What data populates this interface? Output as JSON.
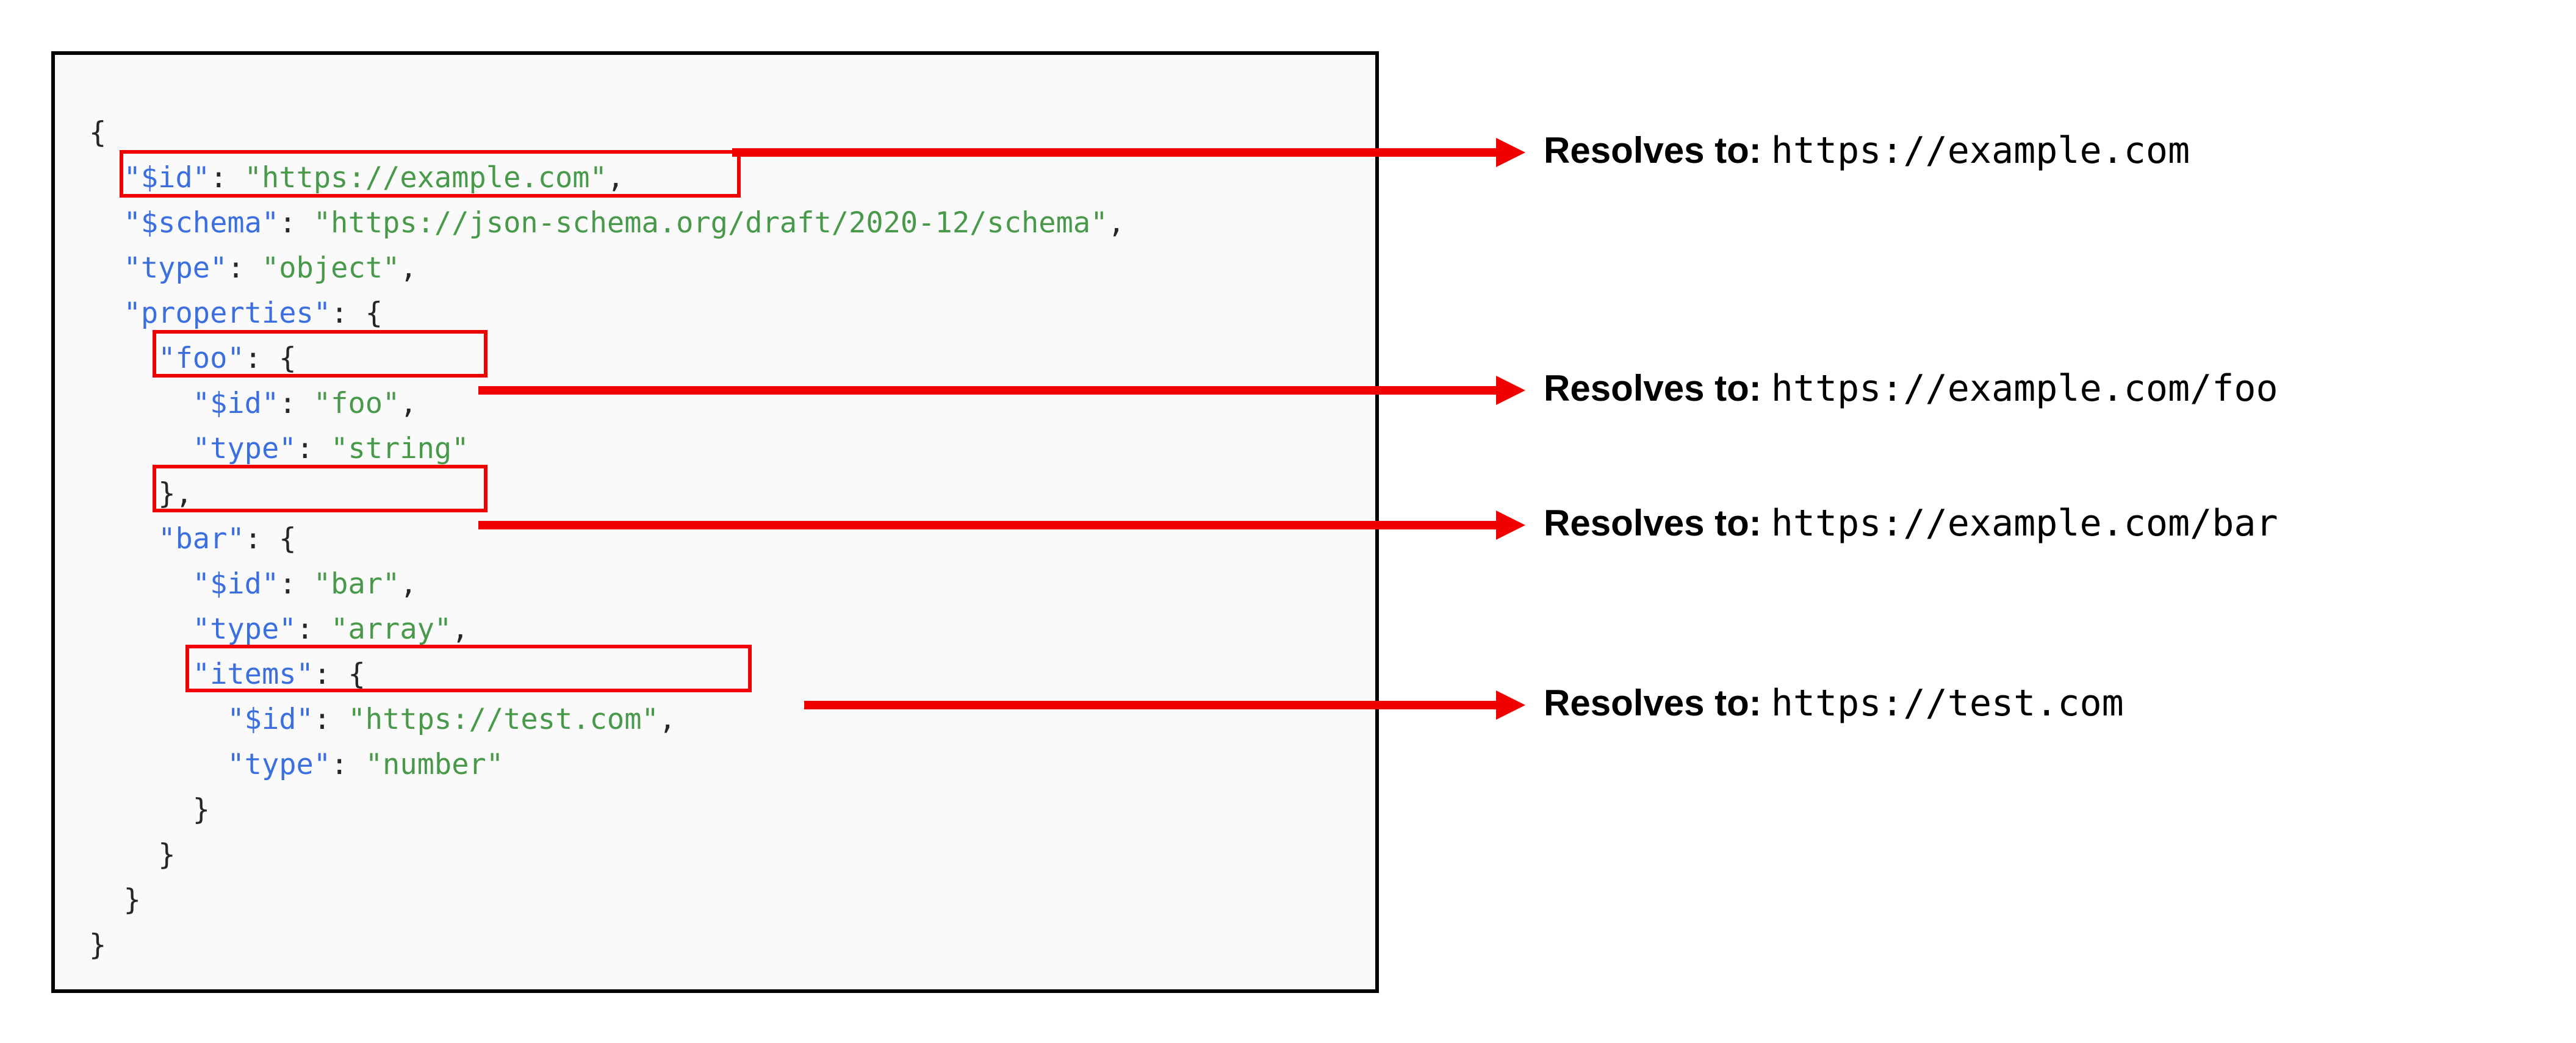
{
  "code_block": {
    "language": "json",
    "lines": [
      {
        "indent": 0,
        "tokens": [
          {
            "t": "p",
            "v": "{"
          }
        ]
      },
      {
        "indent": 1,
        "tokens": [
          {
            "t": "k",
            "v": "\"$id\""
          },
          {
            "t": "p",
            "v": ": "
          },
          {
            "t": "s",
            "v": "\"https://example.com\""
          },
          {
            "t": "p",
            "v": ","
          }
        ]
      },
      {
        "indent": 1,
        "tokens": [
          {
            "t": "k",
            "v": "\"$schema\""
          },
          {
            "t": "p",
            "v": ": "
          },
          {
            "t": "s",
            "v": "\"https://json-schema.org/draft/2020-12/schema\""
          },
          {
            "t": "p",
            "v": ","
          }
        ]
      },
      {
        "indent": 1,
        "tokens": [
          {
            "t": "k",
            "v": "\"type\""
          },
          {
            "t": "p",
            "v": ": "
          },
          {
            "t": "s",
            "v": "\"object\""
          },
          {
            "t": "p",
            "v": ","
          }
        ]
      },
      {
        "indent": 1,
        "tokens": [
          {
            "t": "k",
            "v": "\"properties\""
          },
          {
            "t": "p",
            "v": ": {"
          }
        ]
      },
      {
        "indent": 2,
        "tokens": [
          {
            "t": "k",
            "v": "\"foo\""
          },
          {
            "t": "p",
            "v": ": {"
          }
        ]
      },
      {
        "indent": 3,
        "tokens": [
          {
            "t": "k",
            "v": "\"$id\""
          },
          {
            "t": "p",
            "v": ": "
          },
          {
            "t": "s",
            "v": "\"foo\""
          },
          {
            "t": "p",
            "v": ","
          }
        ]
      },
      {
        "indent": 3,
        "tokens": [
          {
            "t": "k",
            "v": "\"type\""
          },
          {
            "t": "p",
            "v": ": "
          },
          {
            "t": "s",
            "v": "\"string\""
          }
        ]
      },
      {
        "indent": 2,
        "tokens": [
          {
            "t": "p",
            "v": "},"
          }
        ]
      },
      {
        "indent": 2,
        "tokens": [
          {
            "t": "k",
            "v": "\"bar\""
          },
          {
            "t": "p",
            "v": ": {"
          }
        ]
      },
      {
        "indent": 3,
        "tokens": [
          {
            "t": "k",
            "v": "\"$id\""
          },
          {
            "t": "p",
            "v": ": "
          },
          {
            "t": "s",
            "v": "\"bar\""
          },
          {
            "t": "p",
            "v": ","
          }
        ]
      },
      {
        "indent": 3,
        "tokens": [
          {
            "t": "k",
            "v": "\"type\""
          },
          {
            "t": "p",
            "v": ": "
          },
          {
            "t": "s",
            "v": "\"array\""
          },
          {
            "t": "p",
            "v": ","
          }
        ]
      },
      {
        "indent": 3,
        "tokens": [
          {
            "t": "k",
            "v": "\"items\""
          },
          {
            "t": "p",
            "v": ": {"
          }
        ]
      },
      {
        "indent": 4,
        "tokens": [
          {
            "t": "k",
            "v": "\"$id\""
          },
          {
            "t": "p",
            "v": ": "
          },
          {
            "t": "s",
            "v": "\"https://test.com\""
          },
          {
            "t": "p",
            "v": ","
          }
        ]
      },
      {
        "indent": 4,
        "tokens": [
          {
            "t": "k",
            "v": "\"type\""
          },
          {
            "t": "p",
            "v": ": "
          },
          {
            "t": "s",
            "v": "\"number\""
          }
        ]
      },
      {
        "indent": 3,
        "tokens": [
          {
            "t": "p",
            "v": "}"
          }
        ]
      },
      {
        "indent": 2,
        "tokens": [
          {
            "t": "p",
            "v": "}"
          }
        ]
      },
      {
        "indent": 1,
        "tokens": [
          {
            "t": "p",
            "v": "}"
          }
        ]
      },
      {
        "indent": 0,
        "tokens": [
          {
            "t": "p",
            "v": "}"
          }
        ]
      }
    ]
  },
  "annotations": [
    {
      "id": "root",
      "lead": "Resolves to:",
      "url": "https://example.com"
    },
    {
      "id": "foo",
      "lead": "Resolves to:",
      "url": "https://example.com/foo"
    },
    {
      "id": "bar",
      "lead": "Resolves to:",
      "url": "https://example.com/bar"
    },
    {
      "id": "items",
      "lead": "Resolves to:",
      "url": "https://test.com"
    }
  ],
  "colors": {
    "highlight_box": "#f20000",
    "arrow": "#f20000",
    "json_key": "#3b6fe0",
    "json_string": "#49994b",
    "code_border": "#000000",
    "code_background": "#fafafa",
    "annotation_text": "#000000"
  }
}
